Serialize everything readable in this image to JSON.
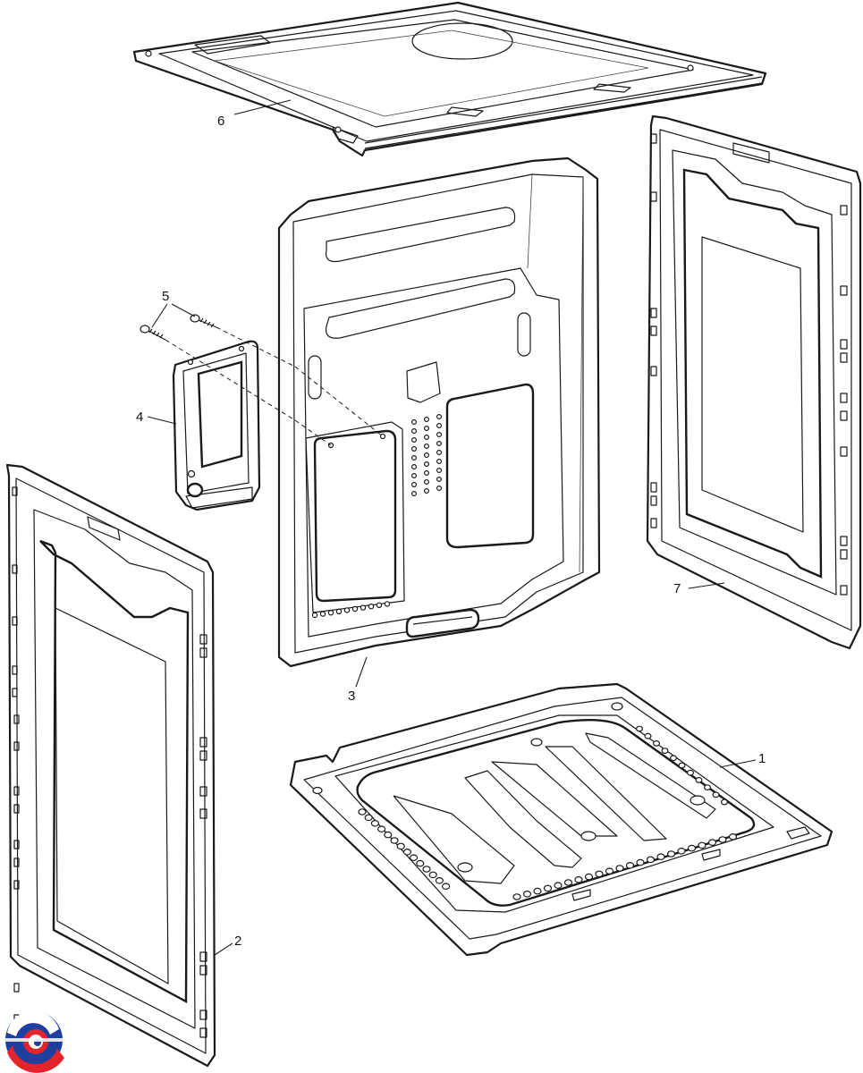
{
  "diagram": {
    "callouts": [
      {
        "id": "1",
        "label": "1"
      },
      {
        "id": "2",
        "label": "2"
      },
      {
        "id": "3",
        "label": "3"
      },
      {
        "id": "4",
        "label": "4"
      },
      {
        "id": "5",
        "label": "5"
      },
      {
        "id": "6",
        "label": "6"
      },
      {
        "id": "7",
        "label": "7"
      }
    ]
  },
  "logo": {
    "icon": "brand-swirl-logo-icon",
    "colors": {
      "blue": "#1d3f9e",
      "red": "#e4242b"
    }
  },
  "colors": {
    "line": "#1a1a1a",
    "background": "#ffffff"
  }
}
